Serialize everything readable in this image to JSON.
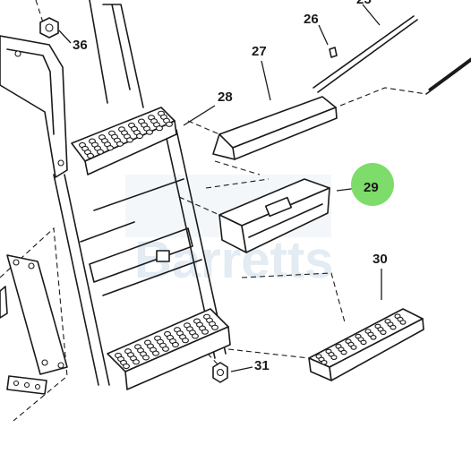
{
  "diagram": {
    "highlight_color": "#7ddc6a",
    "watermark": "Barretts",
    "callouts": [
      {
        "id": "c25",
        "label": "25"
      },
      {
        "id": "c26",
        "label": "26"
      },
      {
        "id": "c27",
        "label": "27"
      },
      {
        "id": "c28",
        "label": "28"
      },
      {
        "id": "c29",
        "label": "29",
        "highlighted": true
      },
      {
        "id": "c30",
        "label": "30"
      },
      {
        "id": "c31",
        "label": "31"
      },
      {
        "id": "c36",
        "label": "36"
      }
    ]
  }
}
